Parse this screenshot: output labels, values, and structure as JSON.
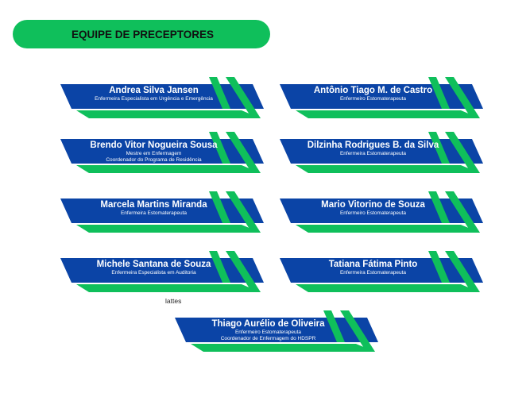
{
  "header": {
    "title": "EQUIPE DE PRECEPTORES"
  },
  "colors": {
    "blue": "#0b44a6",
    "green": "#0fbf5b"
  },
  "preceptors": [
    {
      "name": "Andrea Silva Jansen",
      "roles": [
        "Enfermeira Especialista em Urgência e Emergência"
      ]
    },
    {
      "name": "Antônio Tiago M. de Castro",
      "roles": [
        "Enfermeiro Estomaterapeuta"
      ]
    },
    {
      "name": "Brendo Vitor Nogueira Sousa",
      "roles": [
        "Mestre em Enfermagem",
        "Coordenador do Programa de Residência"
      ]
    },
    {
      "name": "Dilzinha Rodrigues B. da Silva",
      "roles": [
        "Enfermeira Estomaterapeuta"
      ]
    },
    {
      "name": "Marcela Martins Miranda",
      "roles": [
        "Enfermeira Estomaterapeuta"
      ]
    },
    {
      "name": "Mario Vitorino de Souza",
      "roles": [
        "Enfermeiro Estomaterapeuta"
      ]
    },
    {
      "name": "Michele Santana de Souza",
      "roles": [
        "Enfermeira Especialista em Auditoria"
      ]
    },
    {
      "name": "Tatiana Fátima Pinto",
      "roles": [
        "Enfermeira Estomaterapeuta"
      ]
    },
    {
      "name": "Thiago Aurélio de Oliveira",
      "roles": [
        "Enfermeiro Estomaterapeuta",
        "Coordenador de Enfermagem do HDSPR"
      ]
    }
  ],
  "link": {
    "label": "lattes"
  }
}
